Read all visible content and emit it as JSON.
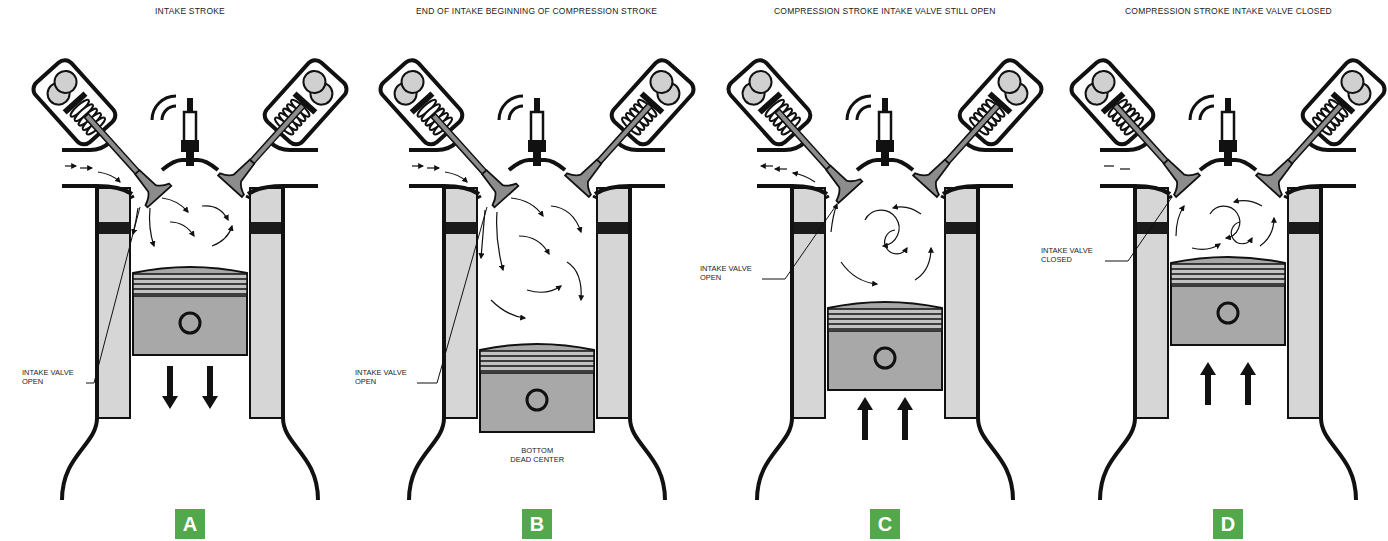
{
  "diagram": {
    "nodes": [
      {
        "text": [
          "A"
        ]
      },
      {
        "text": [
          "B"
        ]
      },
      {
        "text": [
          "C"
        ]
      },
      {
        "text": [
          "D"
        ]
      }
    ],
    "labels": [
      "INTAKE STROKE",
      "END OF INTAKE BEGINNING OF COMPRESSION STROKE",
      "COMPRESSION STROKE INTAKE VALVE STILL OPEN",
      "COMPRESSION STROKE INTAKE VALVE CLOSED",
      "INTAKE VALVE OPEN",
      "INTAKE VALVE OPEN",
      "BOTTOM DEAD CENTER",
      "INTAKE VALVE OPEN",
      "INTAKE VALVE CLOSED"
    ]
  }
}
